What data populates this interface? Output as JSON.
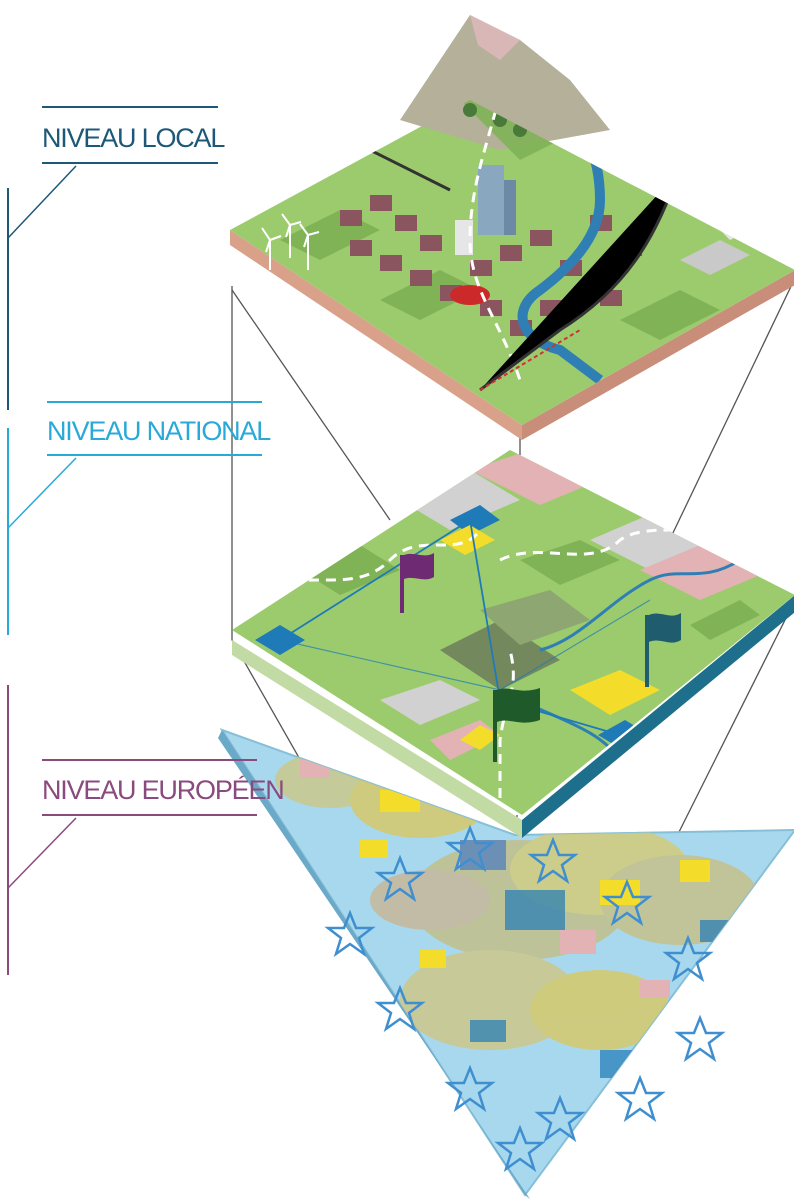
{
  "labels": {
    "local": "NIVEAU LOCAL",
    "national": "NIVEAU NATIONAL",
    "european": "NIVEAU EUROPÉEN"
  },
  "colors": {
    "local": "#1d5878",
    "national": "#29a9d8",
    "european": "#8a4a7d",
    "land": "#9ccb6e",
    "land_dark": "#7fb356",
    "river": "#2f7fb5",
    "sea": "#a8d8ee",
    "flag_purple": "#6e2a73",
    "flag_teal": "#1f5c6e",
    "flag_green": "#1f5a2a",
    "block_blue": "#1f7ab8",
    "block_yellow": "#f3dc2a",
    "block_pink": "#e6b3b5",
    "block_grey": "#c9c9c9",
    "star_outline": "#3f8fd0"
  },
  "icons": {
    "flag": "flag-icon",
    "star": "star-icon",
    "wind_turbine": "wind-turbine-icon"
  }
}
